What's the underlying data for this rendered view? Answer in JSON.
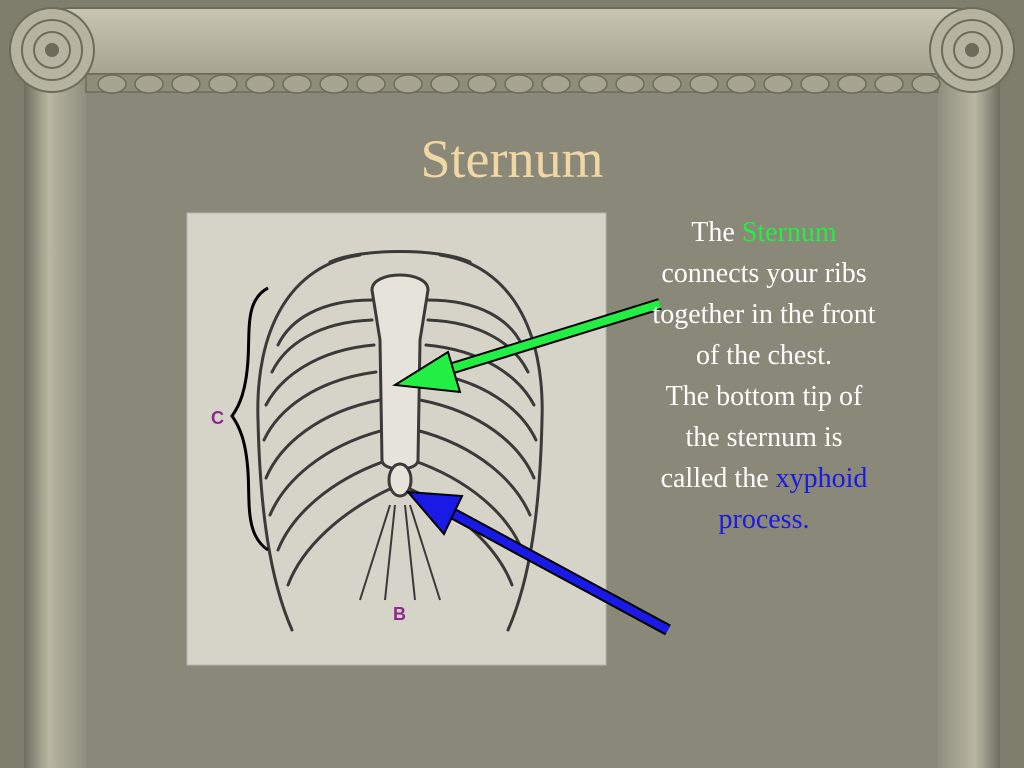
{
  "slide": {
    "title": "Sternum",
    "caption": {
      "line1_prefix": "The ",
      "line1_highlight": "Sternum",
      "body": "connects your ribs together in the front of the chest.",
      "body2": "The bottom tip of the sternum is called the",
      "highlight2": "xyphoid process."
    }
  },
  "diagram": {
    "label_c": "C",
    "label_b": "B"
  },
  "colors": {
    "background": "#8a8878",
    "column": "#a9a794",
    "title": "#f0d7a3",
    "highlight_green": "#22ee44",
    "highlight_blue": "#1a1ae6",
    "label_purple": "#8a2a8a"
  }
}
